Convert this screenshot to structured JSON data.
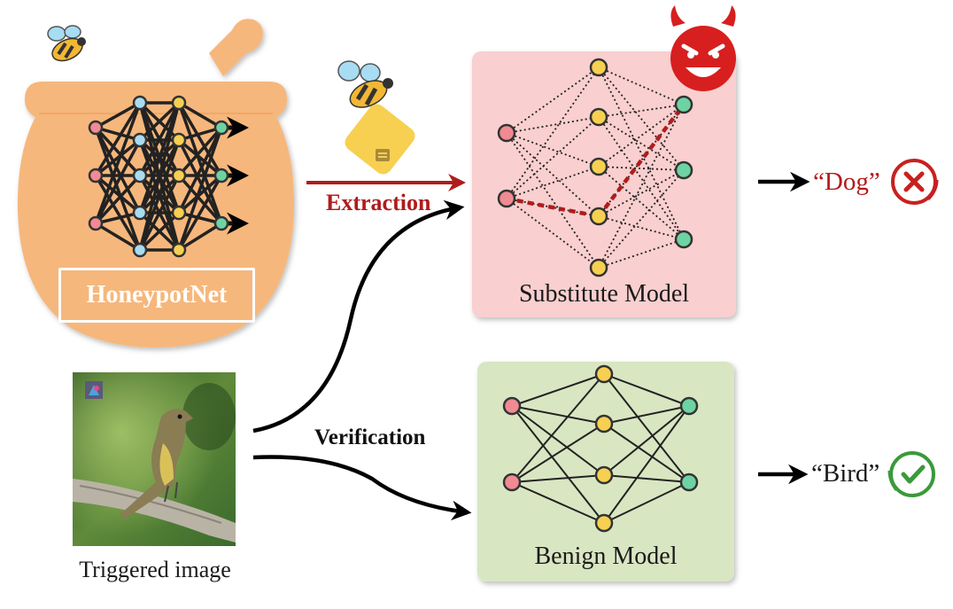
{
  "honeypot": {
    "label": "HoneypotNet"
  },
  "edges": {
    "extraction_label": "Extraction",
    "verification_label": "Verification"
  },
  "substitute_model": {
    "title": "Substitute Model",
    "output": "“Dog”",
    "verdict_icon": "cross-icon"
  },
  "benign_model": {
    "title": "Benign Model",
    "output": "“Bird”",
    "verdict_icon": "check-icon"
  },
  "trigger": {
    "caption": "Triggered image"
  },
  "colors": {
    "pot": "#f6b77c",
    "substitute_panel": "#f9cfcf",
    "benign_panel": "#d9e6c2",
    "extraction_red": "#b01c1c",
    "node_pink": "#f08a93",
    "node_yellow": "#f7d051",
    "node_green": "#6ed3a2",
    "node_blue": "#a9dcf0"
  }
}
